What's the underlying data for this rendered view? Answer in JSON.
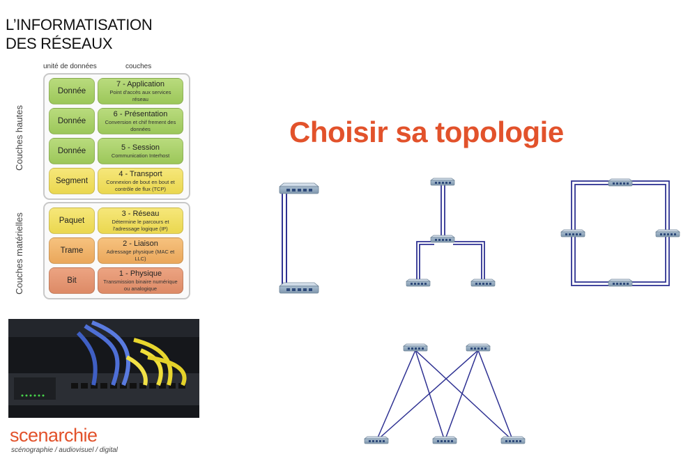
{
  "sidebar": {
    "title_lines": [
      "L’INFORMATISATION",
      "DES RÉSEAUX"
    ],
    "osi": {
      "col_unit": "unité de données",
      "col_layers": "couches",
      "upper_group_label": "Couches hautes",
      "lower_group_label": "Couches matérielles",
      "rows": [
        {
          "unit": "Donnée",
          "title": "7 - Application",
          "desc": "Point d'accès aux services réseau",
          "color": "#a9d06a"
        },
        {
          "unit": "Donnée",
          "title": "6 - Présentation",
          "desc": "Conversion et chif frement des données",
          "color": "#a9d06a"
        },
        {
          "unit": "Donnée",
          "title": "5 - Session",
          "desc": "Communication Interhost",
          "color": "#a9d06a"
        },
        {
          "unit": "Segment",
          "title": "4 - Transport",
          "desc": "Connexion de bout en bout et contrôle de flux (TCP)",
          "color": "#f1e066"
        },
        {
          "unit": "Paquet",
          "title": "3 - Réseau",
          "desc": "Détermine le parcours et l'adressage logique (IP)",
          "color": "#f1e066"
        },
        {
          "unit": "Trame",
          "title": "2 - Liaison",
          "desc": "Adressage physique (MAC et LLC)",
          "color": "#f0b46b"
        },
        {
          "unit": "Bit",
          "title": "1 - Physique",
          "desc": "Transmission binaire numérique ou analogique",
          "color": "#e59775"
        }
      ]
    },
    "photo_icon": "network-switch-photo"
  },
  "main": {
    "heading": "Choisir sa topologie",
    "heading_color": "#e2522b",
    "link_color": "#2e3192",
    "topologies": [
      {
        "name": "point-to-point",
        "nodes": 2
      },
      {
        "name": "tree",
        "nodes": 4
      },
      {
        "name": "ring",
        "nodes": 4
      },
      {
        "name": "mesh",
        "nodes": 5
      }
    ]
  },
  "brand": {
    "name": "scenarchie",
    "tagline": "scénographie / audiovisuel / digital",
    "color": "#e2522b"
  }
}
